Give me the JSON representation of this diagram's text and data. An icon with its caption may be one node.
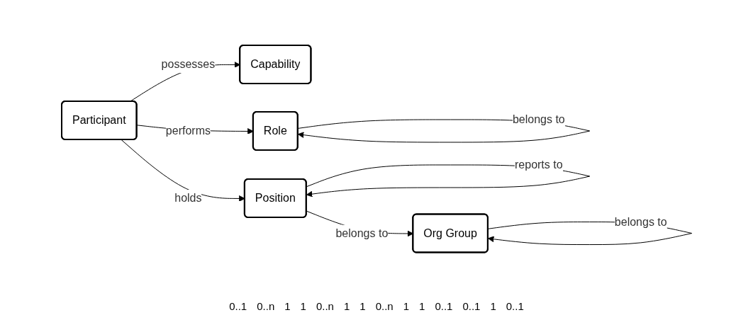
{
  "diagram": {
    "nodes": [
      {
        "text": [
          "Capability"
        ]
      },
      {
        "text": [
          "Participant"
        ]
      },
      {
        "text": [
          "Role"
        ]
      },
      {
        "text": [
          "Position"
        ]
      },
      {
        "text": [
          "Org Group"
        ]
      }
    ],
    "edges": [
      {
        "from": 1,
        "to": 0,
        "arrow": "to",
        "label": "possesses"
      },
      {
        "from": 1,
        "to": 2,
        "arrow": "to",
        "label": "performs"
      },
      {
        "from": 2,
        "to": 2,
        "arrow": "to",
        "label": "belongs to"
      },
      {
        "from": 1,
        "to": 3,
        "arrow": "to",
        "label": "holds"
      },
      {
        "from": 3,
        "to": 3,
        "arrow": "to",
        "label": "reports to"
      },
      {
        "from": 3,
        "to": 4,
        "arrow": "to",
        "label": "belongs to"
      },
      {
        "from": 4,
        "to": 4,
        "arrow": "to",
        "label": "belongs to"
      }
    ],
    "labels": [
      "0..1",
      "0..n",
      "1",
      "1",
      "0..n",
      "1",
      "1",
      "0..n",
      "1",
      "1",
      "0..1",
      "0..1",
      "1",
      "0..1"
    ]
  }
}
